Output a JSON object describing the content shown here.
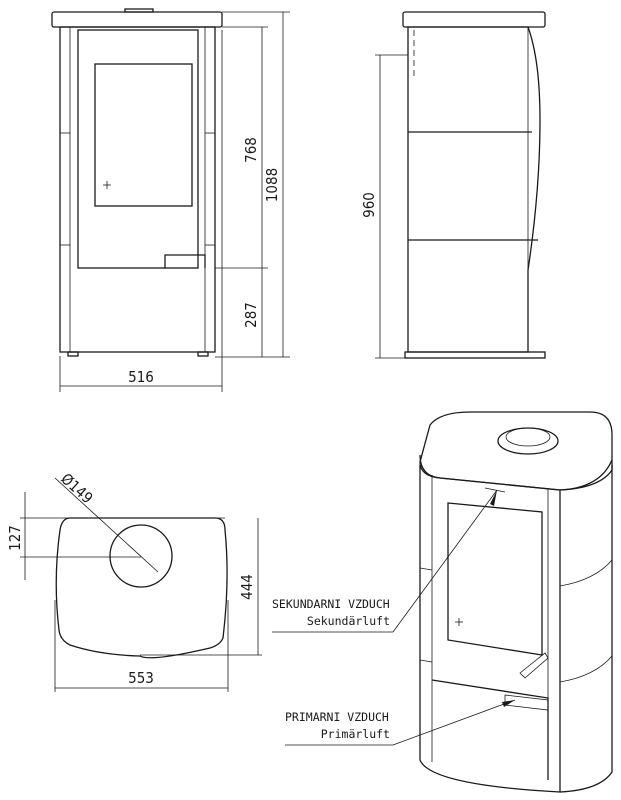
{
  "front_view": {
    "dim_door_height": "768",
    "dim_total_height": "1088",
    "dim_base_height": "287",
    "dim_width": "516"
  },
  "side_view": {
    "dim_height": "960"
  },
  "top_view": {
    "dim_flue_diameter": "Ø149",
    "dim_flue_offset": "127",
    "dim_depth": "444",
    "dim_width": "553"
  },
  "perspective_view": {
    "secondary_air_cz": "SEKUNDARNI VZDUCH",
    "secondary_air_de": "Sekundärluft",
    "primary_air_cz": "PRIMARNI VZDUCH",
    "primary_air_de": "Primärluft"
  }
}
